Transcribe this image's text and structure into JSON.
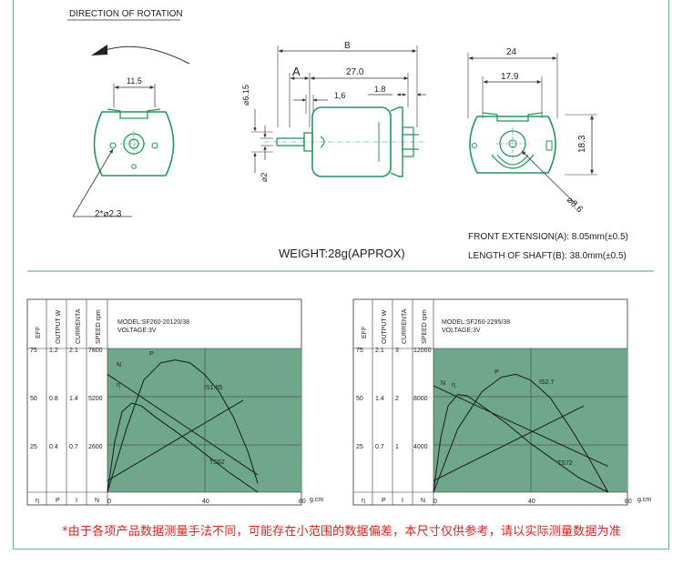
{
  "colors": {
    "motor_outline": "#1f9a5a",
    "dimension_line": "#333333",
    "chart_fill": "#6ea78a",
    "frame": "#6fb58a",
    "note": "#e0201b"
  },
  "diagram": {
    "rotation_heading": "DIRECTION OF ROTATION",
    "front_view": {
      "dim_width": "11.5",
      "hole_label": "2*⌀2.3"
    },
    "side_view": {
      "dim_B": "B",
      "dim_A": "A",
      "dim_body": "27.0",
      "dim_1_6": "1,6",
      "dim_1_8": "1.8",
      "dia_shaft_boss": "⌀6.15",
      "dia_shaft": "⌀2"
    },
    "rear_view": {
      "dim_width": "24",
      "dim_inner": "17.9",
      "dim_height": "18.3",
      "dia_body": "⌀8.6"
    },
    "weight": "WEIGHT:28g(APPROX)",
    "front_extension": "FRONT EXTENSION(A): 8.05mm(±0.5)",
    "shaft_length": "LENGTH OF SHAFT(B): 38.0mm(±0.5)"
  },
  "chart_data": [
    {
      "type": "line",
      "model": "MODEL:SF260-20120/38",
      "voltage": "VOLTAGE:3V",
      "col_headers": [
        "EFF",
        "OUTPUT W",
        "CURRENTA",
        "SPEED rpm"
      ],
      "col_symbols": [
        "η",
        "P",
        "I",
        "N"
      ],
      "ticks": {
        "eff": [
          "75",
          "50",
          "25"
        ],
        "output": [
          "1.2",
          "0.8",
          "0.4"
        ],
        "current": [
          "2.1",
          "1.4",
          "0.7"
        ],
        "speed": [
          "7800",
          "5200",
          "2600"
        ]
      },
      "x_ticks": [
        "0",
        "40",
        "80"
      ],
      "x_unit": "g.cm",
      "xlim": [
        0,
        80
      ],
      "annotations": {
        "stall_current": "IS1.85",
        "stall_torque": "TS62"
      },
      "series": [
        {
          "name": "N",
          "x": [
            0,
            62
          ],
          "y": [
            0.82,
            0.12
          ]
        },
        {
          "name": "P",
          "x": [
            0,
            8,
            15,
            22,
            28,
            34,
            40,
            46,
            52,
            58,
            62
          ],
          "y": [
            0.0,
            0.45,
            0.78,
            0.9,
            0.92,
            0.9,
            0.82,
            0.7,
            0.52,
            0.28,
            0.06
          ]
        },
        {
          "name": "η",
          "x": [
            0,
            3,
            6,
            10,
            14,
            20,
            30,
            40,
            50,
            62
          ],
          "y": [
            0.0,
            0.35,
            0.56,
            0.62,
            0.6,
            0.52,
            0.4,
            0.27,
            0.14,
            0.0
          ]
        },
        {
          "name": "I",
          "x": [
            0,
            56
          ],
          "y": [
            0.08,
            0.64
          ]
        }
      ]
    },
    {
      "type": "line",
      "model": "MODEL:SF260-2295/38",
      "voltage": "VOLTAGE:3V",
      "col_headers": [
        "EFF",
        "OUTPUT W",
        "CURRENTA",
        "SPEED rpm"
      ],
      "col_symbols": [
        "η",
        "P",
        "I",
        "N"
      ],
      "ticks": {
        "eff": [
          "75",
          "50",
          "25"
        ],
        "output": [
          "2.1",
          "1.4",
          "0.7"
        ],
        "current": [
          "3",
          "2",
          "1"
        ],
        "speed": [
          "12000",
          "8000",
          "4000"
        ]
      },
      "x_ticks": [
        "0",
        "40",
        "80"
      ],
      "x_unit": "g.cm",
      "xlim": [
        0,
        80
      ],
      "annotations": {
        "stall_current": "IS2.7",
        "stall_torque": "TS72"
      },
      "series": [
        {
          "name": "N",
          "x": [
            0,
            72
          ],
          "y": [
            0.74,
            0.18
          ]
        },
        {
          "name": "P",
          "x": [
            0,
            10,
            20,
            28,
            34,
            40,
            48,
            56,
            64,
            72
          ],
          "y": [
            0.0,
            0.44,
            0.7,
            0.8,
            0.82,
            0.78,
            0.66,
            0.46,
            0.24,
            0.0
          ]
        },
        {
          "name": "η",
          "x": [
            0,
            3,
            6,
            10,
            14,
            20,
            30,
            40,
            50,
            60,
            72
          ],
          "y": [
            0.0,
            0.38,
            0.6,
            0.68,
            0.67,
            0.6,
            0.48,
            0.34,
            0.22,
            0.1,
            0.0
          ]
        },
        {
          "name": "I",
          "x": [
            0,
            62
          ],
          "y": [
            0.08,
            0.6
          ]
        }
      ]
    }
  ],
  "footnote": "*由于各项产品数据测量手法不同，可能存在小范围的数据偏差，本尺寸仅供参考，请以实际测量数据为准"
}
